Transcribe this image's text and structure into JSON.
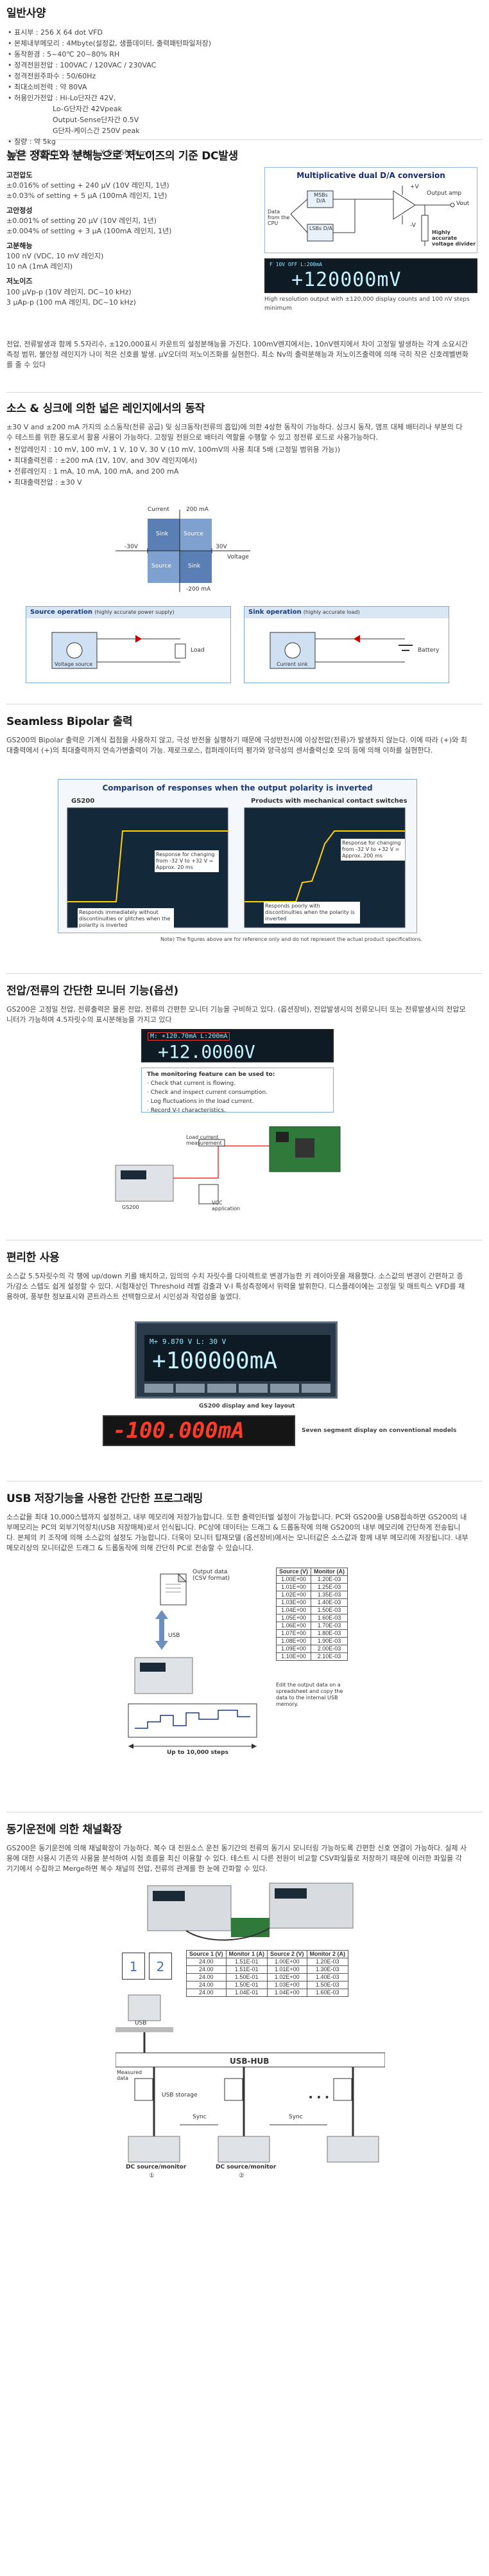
{
  "section1": {
    "title": "일반사양",
    "specs": [
      "표시부 : 256 X 64 dot VFD",
      "본체내부메모리 : 4Mbyte(설정값, 샘플데이터, 출력패턴파일저장)",
      "동작환경 : 5~40℃ 20~80% RH",
      "정격전원전압 : 100VAC / 120VAC / 230VAC",
      "정격전원주파수 : 50/60Hz",
      "최대소비전력 : 약 80VA",
      "허용인가전압 : Hi-Lo단자간 42V,"
    ],
    "specs_sub": [
      "Lo-G단자간 42Vpeak",
      "Output-Sense단자간 0.5V",
      "G단자-케이스간 250V peak"
    ],
    "specs_tail": [
      "질량 : 약 5kg",
      "치수 : 약 213(W) X 88(H) X D(350)D)mm"
    ]
  },
  "section2": {
    "title": "높은 정확도와 분해능으로 저노이즈의 기준 DC발생",
    "blocks": [
      {
        "head": "고전압도",
        "lines": [
          "±0.016% of setting + 240 μV (10V 레인지, 1년)",
          "±0.03% of setting + 5 μA (100mA 레인지, 1년)"
        ]
      },
      {
        "head": "고안정성",
        "lines": [
          "±0.001% of setting 20 μV (10V 레인지, 1년)",
          "±0.004% of setting + 3 μA (100mA 레인지, 1년)"
        ]
      },
      {
        "head": "고분해능",
        "lines": [
          "100 nV (VDC, 10 mV 레인지)",
          "10 nA (1mA 레인지)"
        ]
      },
      {
        "head": "저노이즈",
        "lines": [
          "100 μVp-p (10V 레인지, DC~10 kHz)",
          "3 μAp-p (100 mA 레인지, DC~10 kHz)"
        ]
      }
    ],
    "paragraph": "전압, 전류발생과 함께 5.5자리수, ±120,000표시 카운트의 설정분해능을 가진다. 100mV렌지에서는, 10nV렌지에서 차이 고정밀 발생하는 각계 소요시간 측정 범위, 불안정 레인지가 나이 적은 신호를 발생. μV오더의 저노이즈화를 실현한다. 최소 Nv의 출력분해능과 저노이즈출력에 의해 극히 작은 신호레벨변화를 줄 수 있다",
    "diagram": {
      "title": "Multiplicative dual D/A conversion",
      "block_msb": "MSBs D/A",
      "block_lsbs": "LSBs D/A",
      "data_from": "Data from the CPU",
      "output_amp": "Output amp",
      "vplus": "+V",
      "vminus": "-V",
      "vout": "Vout",
      "highly": "Highly accurate voltage divider"
    },
    "display_value": "+120000mV",
    "display_top": "F 10V OFF   L:200mA",
    "display_caption": "High resolution output with ±120,000 display counts and 100 nV steps minimum"
  },
  "section3": {
    "title": "소스 & 싱크에 의한 넓은 레인지에서의 동작",
    "paragraph": "±30 V and ±200 mA 가지의 소스동작(전류 공급) 및 싱크동작(전류의 흡입)에 의한 4상한 동작이 가능하다. 싱크시 동작, 앰프 대체 배터리나 부분의 다수 테스트를 위한 용도로서 활용 사용이 가능하다. 고정밀 전원으로 배터리 역할을 수행할 수 있고 정전류 로드로 사용가능하다.",
    "specs": [
      "전압레인지 : 10 mV, 100 mV, 1 V, 10 V, 30 V (10 mV, 100mV의 사용 최대 5배 (고정밀 범위용 가능))",
      "최대출력전류 : ±200 mA (1V, 10V, and 30V 레인지에서)",
      "전류레인지 : 1 mA, 10 mA, 100 mA, and 200 mA",
      "최대출력전압 : ±30 V"
    ],
    "quad": {
      "current": "Current",
      "i200": "200 mA",
      "im200": "-200 mA",
      "v30m": "-30V",
      "v30": "30V",
      "voltage": "Voltage",
      "q_sink_tl": "Sink",
      "q_source_tr": "Source",
      "q_source_bl": "Source",
      "q_sink_br": "Sink"
    },
    "source_title": "Source operation",
    "source_sub": "(highly accurate power supply)",
    "sink_title": "Sink operation",
    "sink_sub": "(highly accurate load)",
    "voltage_source": "Voltage source",
    "load": "Load",
    "current_sink": "Current sink",
    "battery": "Battery"
  },
  "section4": {
    "title": "Seamless Bipolar 출력",
    "paragraph": "GS200의 Bipolar 출력은 기계식 접점을 사용하지 않고, 극성 반전을 실행하기 때문에 극성반전시에 이상전압(전류)가 발생하지 않는다. 이에 따라 (+)와 최대출력에서 (+)의 최대출력까지 연속가변출력이 가능. 제로크로스, 컴퍼레이터의 평가와 양극성의 센서출력신호 모의 등에 의해 이하를 실현한다.",
    "panel_title": "Comparison of responses when the output polarity is inverted",
    "left_label": "GS200",
    "right_label": "Products with mechanical contact switches",
    "left_note": "Response for changing from -32 V to +32 V = Approx. 20 ms",
    "left_note2": "Responds immediately without discontinuities or glitches when the polarity is inverted",
    "right_note": "Response for changing from -32 V to +32 V = Approx. 200 ms",
    "right_note2": "Responds poorly with discontinuities when the polarity is inverted",
    "panel_note": "Note) The figures above are for reference only and do not represent the actual product specifications."
  },
  "section5": {
    "title": "전압/전류의 간단한 모니터 기능(옵션)",
    "paragraph": "GS200은 고정밀 전압, 전류출력은 물론 전압, 전류의 간편한 모니터 기능을 구비하고 있다. (옵션장비), 전압발생시의 전류모니터 또는 전류발생시의 전압모니터가 가능하며 4.5자릿수의 표시분해능을 가지고 있다",
    "display_top": "M: +120.70mA    L:200mA",
    "display_value": "+12.0000V",
    "monitor_title": "The monitoring feature can be used to:",
    "monitor_items": [
      "Check that current is flowing.",
      "Check and inspect current consumption.",
      "Log fluctuations in the load current.",
      "Record V-I characteristics."
    ],
    "load_current": "Load current measurement",
    "vcc_app": "VCC application",
    "gs200": "GS200"
  },
  "section6": {
    "title": "편리한 사용",
    "paragraph": "소스값 5.5자릿수의 각 행에 up/down 키를 배치하고, 임의의 수치 자릿수를 다이렉트로 변경가능한 키 레이아웃을 채용했다. 소스값의 변경이 간편하고 증가/감소 스텝도 쉽게 설정할 수 있다. 시험재상인 Threshold 레벨 검출과 V-I 특성측정에서 위력을 발휘한다. 디스플레이에는 고정밀 및 매트릭스 VFD를 채용하여, 풍부한 정보표시와 콘트라스트 선택형으로서 시인성과 작업성을 높였다.",
    "display_top": "M+ 9.870 V   L: 30 V",
    "display_value": "+100000mA",
    "display_caption": "GS200 display and key layout",
    "seg_value": "-100.000mA",
    "seg_caption": "Seven segment display on conventional models"
  },
  "section7": {
    "title": "USB 저장기능을 사용한 간단한 프로그래밍",
    "paragraph": "소스값을 최대 10,000스텝까지 설정하고, 내부 메모리에 저장가능합니다. 또한 출력인터벌 설정이 가능합니다. PC와 GS200을 USB접속하면 GS200의 내부메모리는 PC의 외부기억장치(USB 저장매체)로서 인식됩니다. PC상에 데이터는 드래그 & 드롭동작에 의해 GS200의 내부 메모리에 간단하게 전송됩니다. 본체의 키 조작에 의해 소스값의 설정도 가능합니다. 더욱이 모니터 탑재모델 (옵션장비)에서는 모니터값은 소스값과 함께 내부 메모리에 저장됩니다. 내부메모리상의 모니터값은 드래그 & 드롭동작에 의해 간단히 PC로 전송할 수 있습니다.",
    "output_data": "Output data (CSV format)",
    "usb": "USB",
    "caption_right": "Edit the output data on a spreadsheet and copy the data to the internal USB memory.",
    "up_to": "Up to 10,000 steps",
    "table_head": [
      "Source (V)",
      "Monitor (A)"
    ],
    "table_rows": [
      [
        "1.00E+00",
        "1.20E-03"
      ],
      [
        "1.01E+00",
        "1.25E-03"
      ],
      [
        "1.02E+00",
        "1.35E-03"
      ],
      [
        "1.03E+00",
        "1.40E-03"
      ],
      [
        "1.04E+00",
        "1.50E-03"
      ],
      [
        "1.05E+00",
        "1.60E-03"
      ],
      [
        "1.06E+00",
        "1.70E-03"
      ],
      [
        "1.07E+00",
        "1.80E-03"
      ],
      [
        "1.08E+00",
        "1.90E-03"
      ],
      [
        "1.09E+00",
        "2.00E-03"
      ],
      [
        "1.10E+00",
        "2.10E-03"
      ]
    ]
  },
  "section8": {
    "title": "동기운전에 의한 채널확장",
    "paragraph": "GS200은 동기운전에 의해 채널확장이 가능하다. 복수 대 전원소스 운전 동기간의 전류의 동기시 모니터링 가능하도록 간편한 신호 연결이 가능하다. 실제 사용에 대한 사용시 기존의 사용을 분석하여 시험 흐름을 최신 이용할 수 있다. 테스트 시 다른 전원이 비교할 CSV파일들로 저장하기 때문에 이러한 파일을 각 기기에서 수집하고 Merge하면 복수 채널의 전압, 전류의 관계를 한 눈에 간파할 수 있다.",
    "table_head": [
      "Source 1 (V)",
      "Monitor 1 (A)",
      "Source 2 (V)",
      "Monitor 2 (A)"
    ],
    "table_rows": [
      [
        "24.00",
        "1.51E-01",
        "1.00E+00",
        "1.20E-03"
      ],
      [
        "24.00",
        "1.51E-01",
        "1.01E+00",
        "1.30E-03"
      ],
      [
        "24.00",
        "1.50E-01",
        "1.02E+00",
        "1.40E-03"
      ],
      [
        "24.00",
        "1.50E-01",
        "1.03E+00",
        "1.50E-03"
      ],
      [
        "24.00",
        "1.04E-01",
        "1.04E+00",
        "1.60E-03"
      ]
    ],
    "file1": "1",
    "file2": "2",
    "usb": "USB",
    "usb_hub": "USB-HUB",
    "measured": "Measured data",
    "usb_storage": "USB storage",
    "sync": "Sync",
    "dcsm1": "DC source/monitor",
    "dcsm2": "DC source/monitor",
    "n1": "①",
    "n2": "②",
    "dots": "• • •"
  }
}
